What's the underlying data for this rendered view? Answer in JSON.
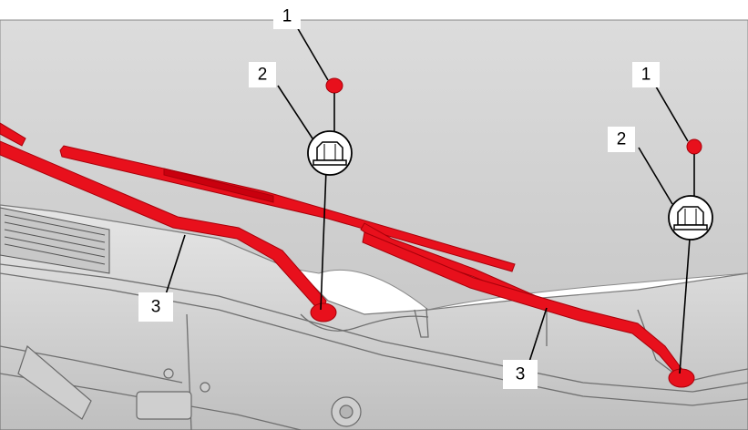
{
  "callouts": [
    {
      "id": "c1a",
      "text": "1",
      "refers_to": "wiper-arm-nut"
    },
    {
      "id": "c2a",
      "text": "2",
      "refers_to": "nut-symbol"
    },
    {
      "id": "c3a",
      "text": "3",
      "refers_to": "wiper-arm"
    },
    {
      "id": "c1b",
      "text": "1",
      "refers_to": "wiper-arm-nut"
    },
    {
      "id": "c2b",
      "text": "2",
      "refers_to": "nut-symbol"
    },
    {
      "id": "c3b",
      "text": "3",
      "refers_to": "wiper-arm"
    }
  ],
  "colors": {
    "highlight": "#e8101c",
    "highlight_dark": "#a8000a",
    "windshield": "#d4d4d4",
    "cowl": "#d9d9d9",
    "cowl_dark": "#9a9a9a",
    "line": "#000000",
    "callout_box": "#ffffff"
  },
  "icons": {
    "nut_symbol": "hex-nut-icon"
  }
}
